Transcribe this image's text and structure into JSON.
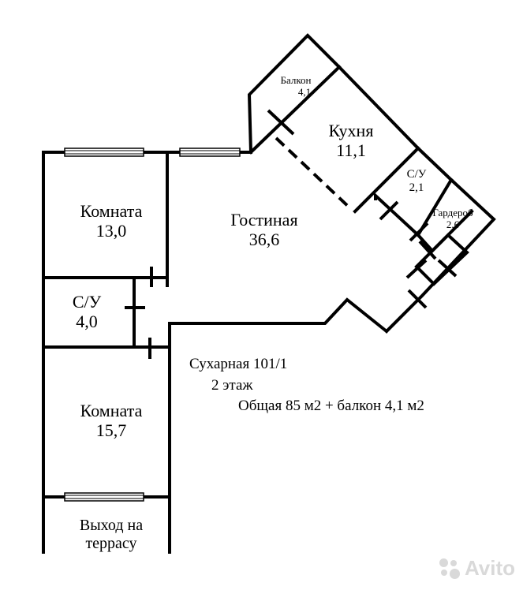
{
  "rooms": {
    "room1": {
      "name": "Комната",
      "area": "13,0"
    },
    "bath1": {
      "name": "С/У",
      "area": "4,0"
    },
    "room2": {
      "name": "Комната",
      "area": "15,7"
    },
    "living": {
      "name": "Гостиная",
      "area": "36,6"
    },
    "kitchen": {
      "name": "Кухня",
      "area": "11,1"
    },
    "balcony": {
      "name": "Балкон",
      "area": "4,1"
    },
    "bath2": {
      "name": "С/У",
      "area": "2,1"
    },
    "wardrobe": {
      "name": "Гардероб",
      "area": "2,6"
    }
  },
  "exit": {
    "line1": "Выход на",
    "line2": "террасу"
  },
  "info": {
    "address": "Сухарная 101/1",
    "floor": "2 этаж",
    "total": "Общая 85 м2 + балкон 4,1 м2"
  },
  "watermark": {
    "text": "Avito",
    "color": "#d9d9d9"
  }
}
